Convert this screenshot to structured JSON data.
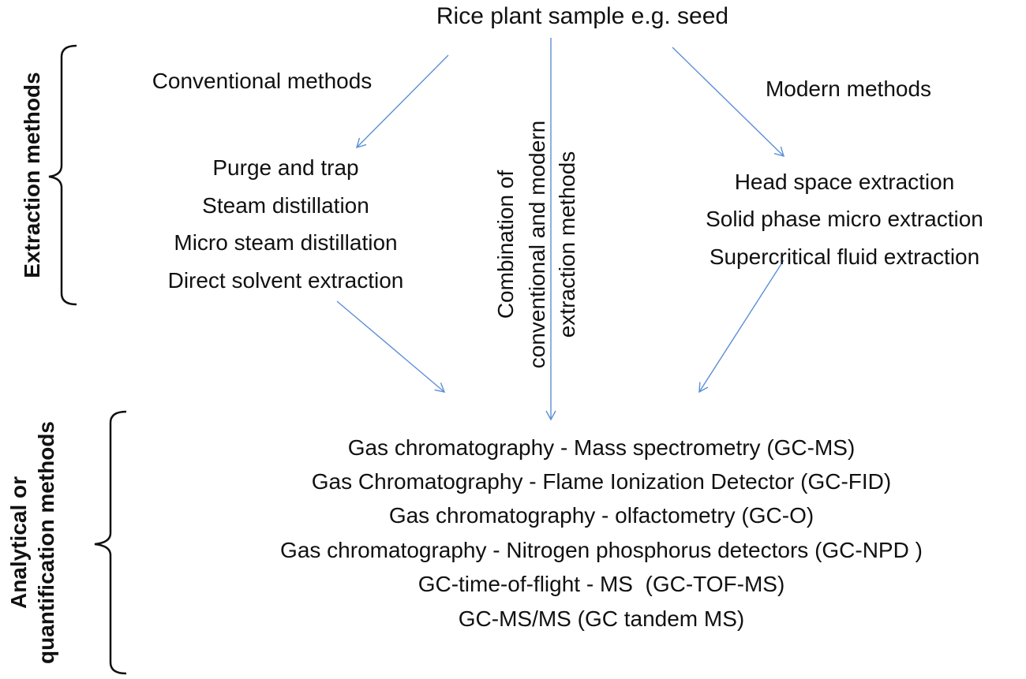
{
  "root": "Rice plant sample e.g. seed",
  "side_labels": {
    "extraction": "Extraction methods",
    "analytical": [
      "Analytical or",
      "quantification methods"
    ]
  },
  "conventional": {
    "heading": "Conventional methods",
    "items": [
      "Purge and trap",
      "Steam distillation",
      "Micro steam distillation",
      "Direct solvent extraction"
    ]
  },
  "combination": [
    "Combination of",
    "conventional and modern",
    "extraction methods"
  ],
  "modern": {
    "heading": "Modern methods",
    "items": [
      "Head space extraction",
      "Solid phase micro extraction",
      "Supercritical fluid extraction"
    ]
  },
  "analytical": {
    "items": [
      "Gas chromatography - Mass spectrometry (GC-MS)",
      "Gas Chromatography - Flame Ionization Detector (GC-FID)",
      "Gas chromatography - olfactometry (GC-O)",
      "Gas chromatography - Nitrogen phosphorus detectors (GC-NPD )",
      "GC-time-of-flight - MS  (GC-TOF-MS)",
      "GC-MS/MS (GC tandem MS)"
    ]
  },
  "colors": {
    "arrow": "#5b8fd6",
    "text": "#111111"
  }
}
